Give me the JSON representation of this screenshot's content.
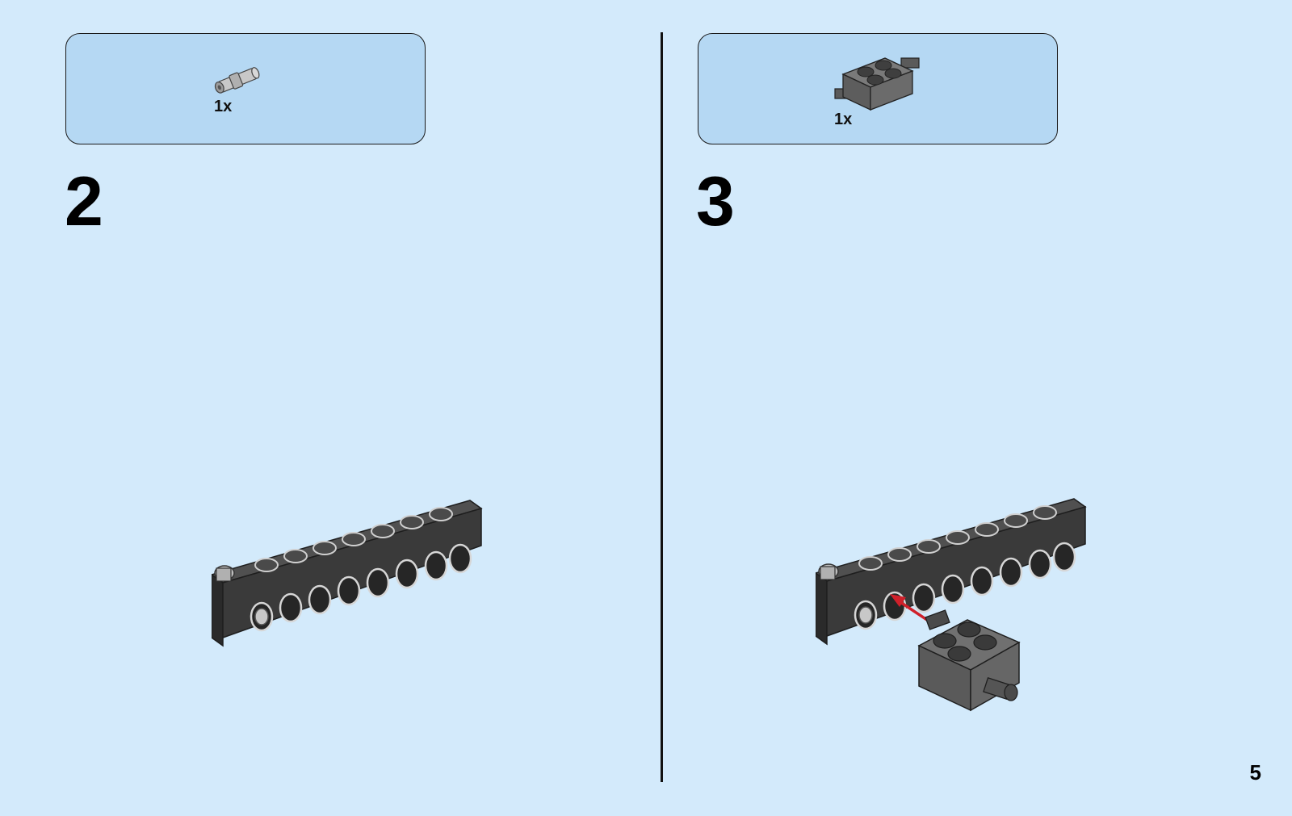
{
  "steps": [
    {
      "number": "2",
      "parts": [
        {
          "qty": "1x",
          "icon": "axle-pin-icon",
          "color": "#c8c8c8"
        }
      ]
    },
    {
      "number": "3",
      "parts": [
        {
          "qty": "1x",
          "icon": "brick-2x2-with-pins-icon",
          "color": "#6b6b6b"
        }
      ]
    }
  ],
  "page_number": "5",
  "colors": {
    "background": "#d3eafb",
    "parts_box": "#b5d8f3",
    "technic_beam": "#3a3a3a",
    "assembly_arrow": "#d0202a"
  }
}
